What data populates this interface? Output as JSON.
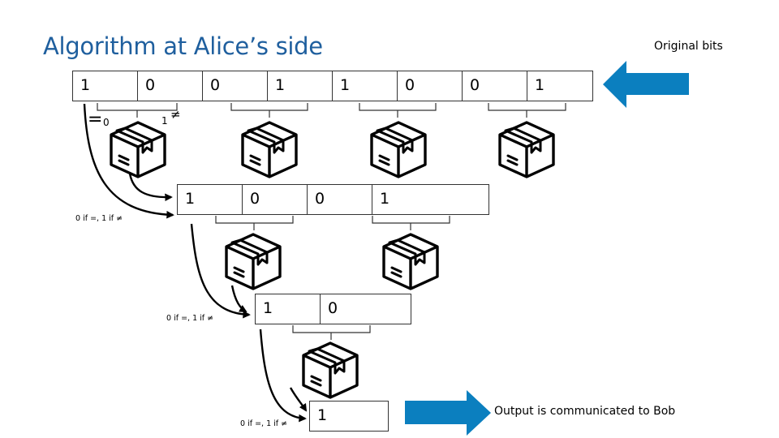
{
  "title": "Algorithm at Alice’s side",
  "notes": {
    "original": "Original bits",
    "output": "Output is communicated to Bob"
  },
  "rows": {
    "r1": [
      "1",
      "0",
      "0",
      "1",
      "1",
      "0",
      "0",
      "1"
    ],
    "r2": [
      "1",
      "0",
      "0",
      "1"
    ],
    "r3": [
      "1",
      "0"
    ],
    "r4": [
      "1"
    ]
  },
  "legend": {
    "eq": "=",
    "zero": "0",
    "one": "1",
    "neq": "≠",
    "rule": "0 if =, 1 if ≠"
  },
  "colors": {
    "title": "#1f5f9e",
    "arrow": "#0b7fbf"
  },
  "icons": {
    "box": "package-box-icon",
    "arrow": "block-arrow-icon"
  }
}
